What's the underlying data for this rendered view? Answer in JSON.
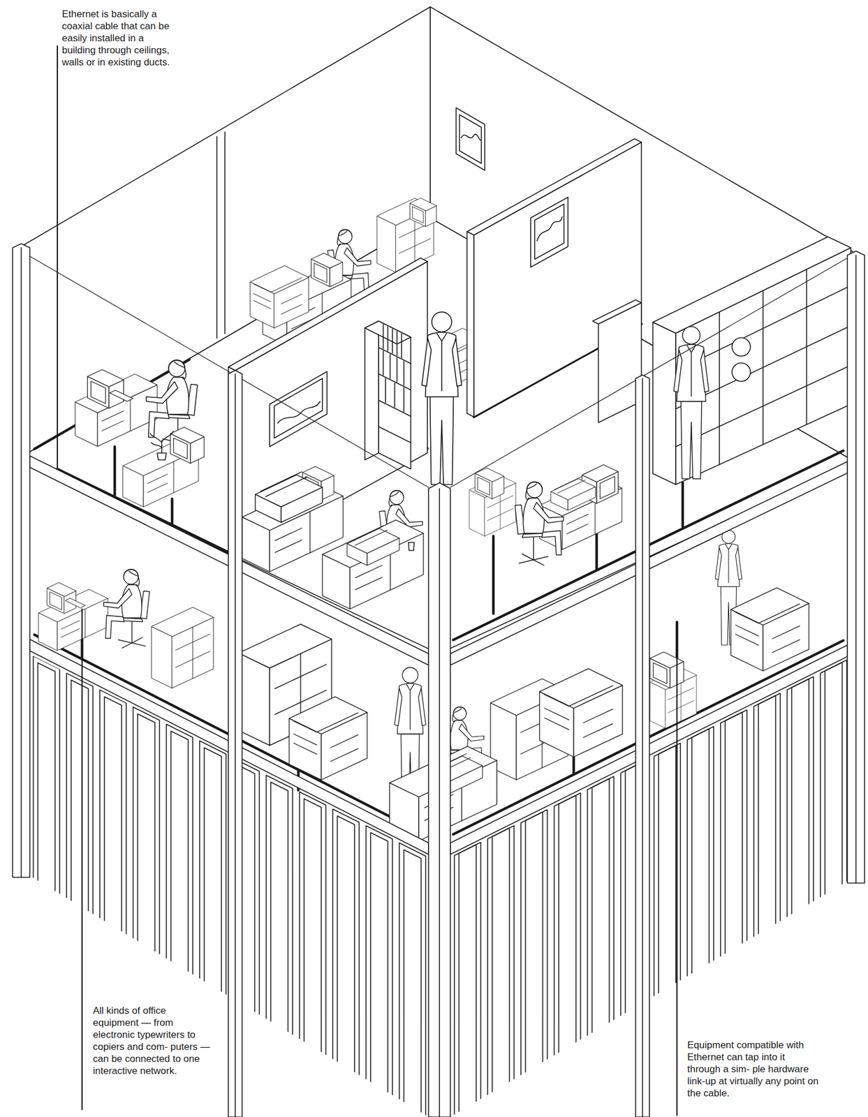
{
  "diagram": {
    "labels": [
      "Ethernet is basically a coaxial cable that can be easily installed in a building through ceilings, walls or in existing ducts.",
      "All kinds of office equipment — from electronic typewriters to copiers and com- puters — can be connected to one interactive network.",
      "Equipment compatible with Ethernet can tap into it through a sim- ple hardware link-up at virtually any point on the cable."
    ]
  }
}
